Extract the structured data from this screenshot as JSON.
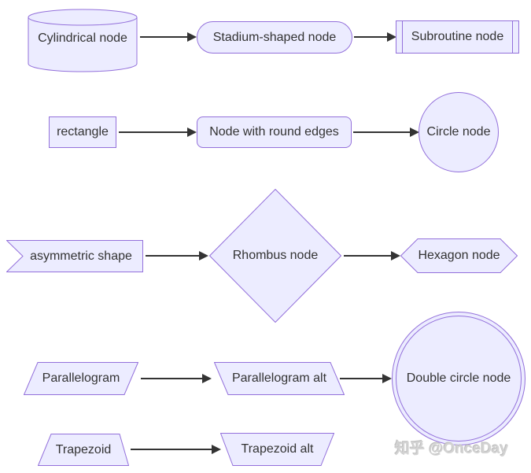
{
  "diagram_type": "mermaid-flowchart-shape-gallery",
  "colors": {
    "node_fill": "#ECECFF",
    "node_border": "#9370DB",
    "text": "#333333",
    "arrow": "#333333",
    "watermark": "#d3d3d3",
    "background": "#ffffff"
  },
  "nodes": {
    "cylinder": "Cylindrical node",
    "stadium": "Stadium-shaped node",
    "subroutine": "Subroutine node",
    "rectangle": "rectangle",
    "round_edges": "Node with round edges",
    "circle": "Circle node",
    "asymmetric": "asymmetric shape",
    "rhombus": "Rhombus node",
    "hexagon": "Hexagon node",
    "parallelogram": "Parallelogram",
    "parallelogram_alt": "Parallelogram alt",
    "double_circle": "Double circle node",
    "trapezoid": "Trapezoid",
    "trapezoid_alt": "Trapezoid alt"
  },
  "edges": [
    {
      "from": "cylinder",
      "to": "stadium"
    },
    {
      "from": "stadium",
      "to": "subroutine"
    },
    {
      "from": "rectangle",
      "to": "round_edges"
    },
    {
      "from": "round_edges",
      "to": "circle"
    },
    {
      "from": "asymmetric",
      "to": "rhombus"
    },
    {
      "from": "rhombus",
      "to": "hexagon"
    },
    {
      "from": "parallelogram",
      "to": "parallelogram_alt"
    },
    {
      "from": "parallelogram_alt",
      "to": "double_circle"
    },
    {
      "from": "trapezoid",
      "to": "trapezoid_alt"
    }
  ],
  "watermark": "知乎 @OnceDay"
}
